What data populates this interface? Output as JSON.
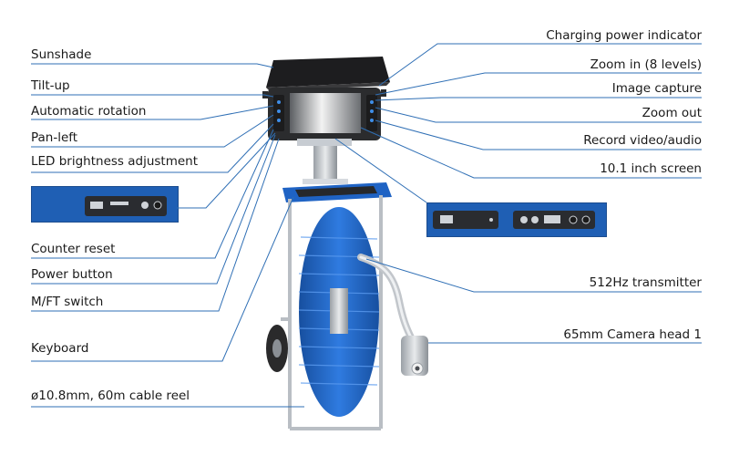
{
  "labels_left": [
    {
      "id": "sunshade",
      "text": "Sunshade"
    },
    {
      "id": "tilt_up",
      "text": "Tilt-up"
    },
    {
      "id": "automatic_rotation",
      "text": "Automatic rotation"
    },
    {
      "id": "pan_left",
      "text": "Pan-left"
    },
    {
      "id": "led_brightness",
      "text": "LED brightness adjustment"
    },
    {
      "id": "counter_reset",
      "text": "Counter reset"
    },
    {
      "id": "power_button",
      "text": "Power button"
    },
    {
      "id": "mft_switch",
      "text": "M/FT switch"
    },
    {
      "id": "keyboard",
      "text": "Keyboard"
    },
    {
      "id": "cable_reel",
      "text": "ø10.8mm, 60m cable reel"
    }
  ],
  "labels_right": [
    {
      "id": "charging_indicator",
      "text": "Charging power indicator"
    },
    {
      "id": "zoom_in",
      "text": "Zoom in (8 levels)"
    },
    {
      "id": "image_capture",
      "text": "Image capture"
    },
    {
      "id": "zoom_out",
      "text": "Zoom out"
    },
    {
      "id": "record_video",
      "text": "Record video/audio"
    },
    {
      "id": "screen",
      "text": "10.1 inch screen"
    },
    {
      "id": "transmitter",
      "text": "512Hz transmitter"
    },
    {
      "id": "camera_head",
      "text": "65mm Camera head 1"
    }
  ],
  "colors": {
    "leader": "#2f6fb5",
    "reel_blue": "#1f63c4",
    "frame_steel": "#b9bec4",
    "text": "#1a1a1a"
  }
}
